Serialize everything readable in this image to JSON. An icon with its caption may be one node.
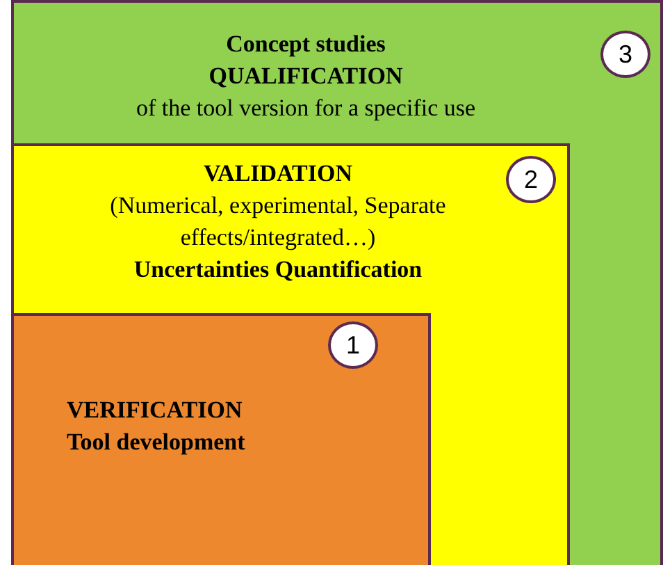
{
  "diagram": {
    "nodes": [
      {
        "text": [
          "Concept studies",
          "QUALIFICATION",
          "of the tool version for a specific use"
        ]
      },
      {
        "text": [
          "3"
        ],
        "in": 0
      },
      {
        "text": [
          "VALIDATION",
          "(Numerical, experimental, Separate effects/integrated…)",
          "Uncertainties Quantification"
        ],
        "in": 0
      },
      {
        "text": [
          "2"
        ],
        "in": 2
      },
      {
        "text": [
          "VERIFICATION",
          "Tool development"
        ],
        "in": 2
      },
      {
        "text": [
          "1"
        ],
        "in": 4
      }
    ]
  }
}
